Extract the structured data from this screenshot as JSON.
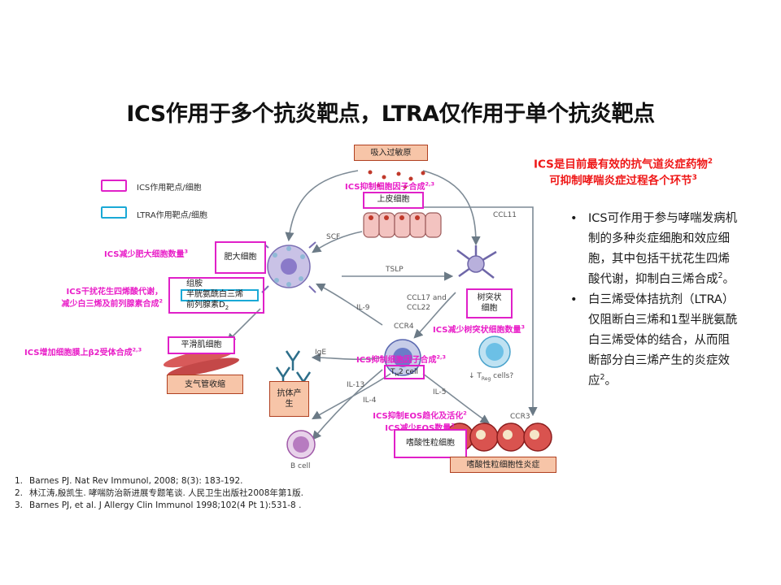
{
  "title": "ICS作用于多个抗炎靶点，LTRA仅作用于单个抗炎靶点",
  "legend": {
    "ics": "ICS作用靶点/细胞",
    "ltra": "LTRA作用靶点/细胞"
  },
  "diagram": {
    "allergen": "吸入过敏原",
    "epithelium": "上皮细胞",
    "mast_cell": "肥大细胞",
    "mediators": {
      "histamine": "组胺",
      "cysteinyl": "半胱氨酰白三烯",
      "pgd2_text": "前列腺素D",
      "pgd2_sub": "2"
    },
    "smooth_muscle": "平滑肌细胞",
    "bronchoconstriction": "支气管收缩",
    "antibody": "抗体产生",
    "dendritic": "树突状细胞",
    "eosinophil": "嗜酸性粒细胞",
    "eos_inflammation": "嗜酸性粒细胞性炎症",
    "th2": "T",
    "th2_sub": "H",
    "th2_rest": "2 cell",
    "treg": "↓ T",
    "treg_sub": "Reg",
    "treg_rest": " cells?",
    "b_cell": "B cell",
    "ige": "IgE",
    "scf": "SCF",
    "tslp": "TSLP",
    "ccl11": "CCL11",
    "ccl17_22": "CCL17 and\nCCL22",
    "ccr4": "CCR4",
    "ccr3": "CCR3",
    "il9": "IL-9",
    "il13": "IL-13",
    "il4": "IL-4",
    "il5": "IL-5"
  },
  "ics_labels": {
    "cytokine_epi": "ICS抑制细胞因子合成",
    "cytokine_epi_sup": "2,3",
    "mast": "ICS减少肥大细胞数量",
    "mast_sup": "3",
    "aa_1": "ICS干扰花生四烯酸代谢，",
    "aa_2": "减少白三烯及前列腺素合成",
    "aa_sup": "2",
    "beta2": "ICS增加细胞膜上β2受体合成",
    "beta2_sup": "2,3",
    "dendritic": "ICS减少树突状细胞数量",
    "dendritic_sup": "3",
    "cytokine_th2": "ICS抑制细胞因子合成",
    "cytokine_th2_sup": "2,3",
    "eos_1": "ICS抑制EOS趋化及活化",
    "eos_1_sup": "2",
    "eos_2": "ICS减少EOS数量",
    "eos_2_sup": "3"
  },
  "right_panel": {
    "headline_1": "ICS是目前最有效的抗气道炎症药物",
    "headline_1_sup": "2",
    "headline_2": "可抑制哮喘炎症过程各个环节",
    "headline_2_sup": "3",
    "bullet_1": "ICS可作用于参与哮喘发病机制的多种炎症细胞和效应细胞，其中包括干扰花生四烯酸代谢，抑制白三烯合成",
    "bullet_1_sup": "2",
    "bullet_1_end": "。",
    "bullet_2": "白三烯受体拮抗剂（LTRA）仅阻断白三烯和1型半胱氨酰白三烯受体的结合，从而阻断部分白三烯产生的炎症效应",
    "bullet_2_sup": "2",
    "bullet_2_end": "。"
  },
  "references": [
    "Barnes PJ. Nat Rev Immunol, 2008; 8(3): 183-192.",
    "林江涛,殷凯生. 哮喘防治新进展专题笔谈. 人民卫生出版社2008年第1版.",
    "Barnes PJ, et al. J Allergy Clin Immunol 1998;102(4 Pt 1):531-8 ."
  ],
  "colors": {
    "ics_magenta": "#e020c8",
    "ltra_cyan": "#1aa9d6",
    "headline_red": "#ef1818",
    "orange_fill": "#f7c5a8"
  }
}
